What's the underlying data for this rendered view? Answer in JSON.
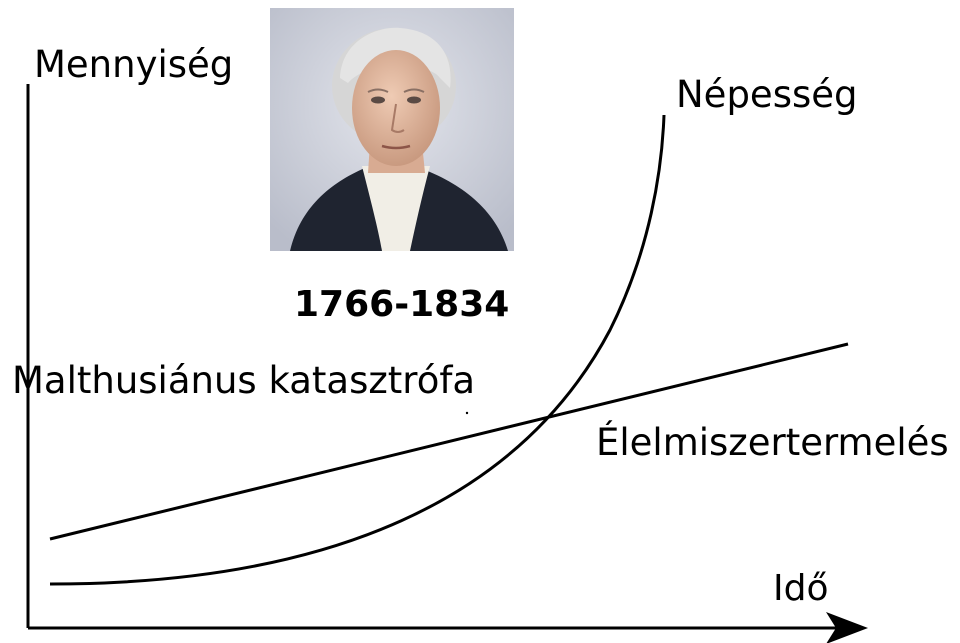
{
  "axes": {
    "y_label": "Mennyiség",
    "x_label": "Idő"
  },
  "curves": {
    "population_label": "Népesség",
    "food_label": "Élelmiszertermelés"
  },
  "portrait": {
    "years": "1766-1834"
  },
  "annotation": {
    "catastrophe": "Malthusiánus katasztrófa"
  },
  "colors": {
    "line": "#000000",
    "background": "#ffffff",
    "portrait_background": "#c9ccd6",
    "coat": "#1f2430",
    "skin": "#dcb59e",
    "hair": "#d8d8d8"
  }
}
